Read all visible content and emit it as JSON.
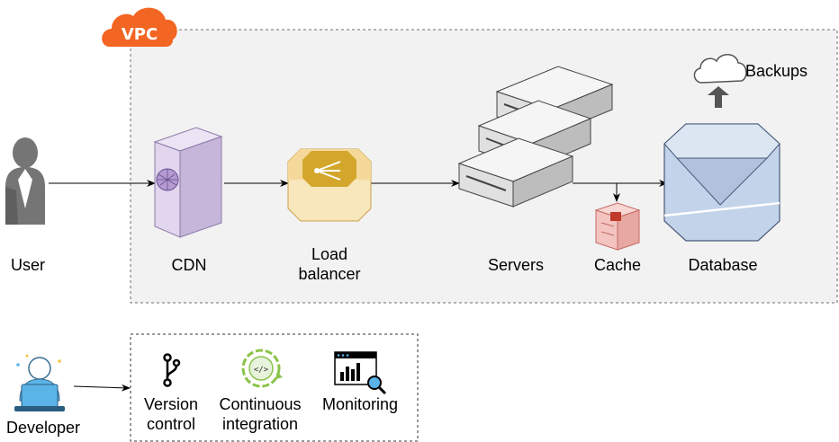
{
  "vpc": {
    "label": "VPC"
  },
  "nodes": {
    "user": "User",
    "cdn": "CDN",
    "load_balancer": [
      "Load",
      "balancer"
    ],
    "servers": "Servers",
    "cache": "Cache",
    "database": "Database",
    "backups": "Backups",
    "developer": "Developer"
  },
  "tools": {
    "version_control": [
      "Version",
      "control"
    ],
    "continuous_integration": [
      "Continuous",
      "integration"
    ],
    "monitoring": "Monitoring"
  },
  "colors": {
    "vpc_orange": "#f26522",
    "vpc_fill": "#f2f2f2",
    "user_gray": "#757575",
    "cdn_purple": "#d9cde8",
    "lb_gold": "#f5d99a",
    "server_gray": "#e5e5e5",
    "db_blue": "#c2d3ea",
    "cache_red": "#f3c4c0",
    "developer_blue": "#5bb4e8",
    "ci_green": "#8bc34a"
  }
}
